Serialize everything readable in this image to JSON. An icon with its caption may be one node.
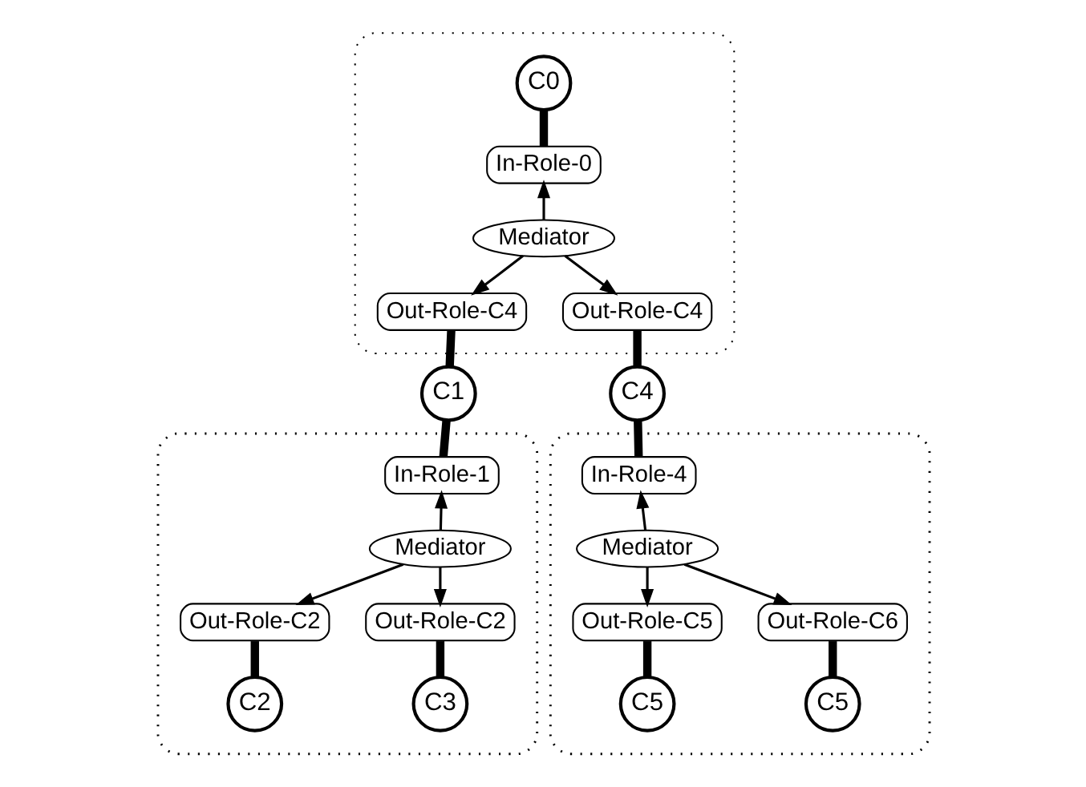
{
  "diagram": {
    "nodes": [
      {
        "text": [],
        "shape": "box"
      },
      {
        "text": [
          "C0"
        ],
        "in": 0
      },
      {
        "text": [
          "In-Role-0"
        ],
        "in": 0
      },
      {
        "text": [
          "Mediator"
        ],
        "in": 0
      },
      {
        "text": [
          "Out-Role-C4"
        ],
        "in": 0
      },
      {
        "text": [
          "Out-Role-C4"
        ],
        "in": 0
      },
      {
        "text": [],
        "shape": "ellipse"
      },
      {
        "text": [],
        "shape": "ellipse"
      },
      {
        "text": [
          "C1"
        ]
      },
      {
        "text": [
          "C4"
        ]
      },
      {
        "text": [
          "In-Role-1"
        ],
        "in": 6
      },
      {
        "text": [
          "In-Role-4"
        ],
        "in": 7
      },
      {
        "text": [
          "Mediator"
        ],
        "in": 6
      },
      {
        "text": [
          "Mediator"
        ],
        "in": 7
      },
      {
        "text": [
          "Out-Role-C2"
        ],
        "in": 6
      },
      {
        "text": [
          "Out-Role-C2"
        ],
        "in": 6
      },
      {
        "text": [
          "Out-Role-C5"
        ],
        "in": 7
      },
      {
        "text": [
          "Out-Role-C6"
        ],
        "in": 7
      },
      {
        "text": [
          "C2"
        ],
        "in": 6
      },
      {
        "text": [
          "C3"
        ],
        "in": 6
      },
      {
        "text": [
          "C5"
        ],
        "in": 7
      },
      {
        "text": [
          "C5"
        ],
        "in": 7
      }
    ],
    "edges": [
      {
        "from": 1,
        "to": 2,
        "arrow": "none",
        "style": "thick"
      },
      {
        "from": 3,
        "to": 2,
        "arrow": "to"
      },
      {
        "from": 3,
        "to": 4,
        "arrow": "to"
      },
      {
        "from": 3,
        "to": 5,
        "arrow": "to"
      },
      {
        "from": 4,
        "to": 8,
        "arrow": "none",
        "style": "thick"
      },
      {
        "from": 5,
        "to": 9,
        "arrow": "none",
        "style": "thick"
      },
      {
        "from": 8,
        "to": 10,
        "arrow": "none",
        "style": "thick"
      },
      {
        "from": 9,
        "to": 11,
        "arrow": "none",
        "style": "thick"
      },
      {
        "from": 12,
        "to": 10,
        "arrow": "to"
      },
      {
        "from": 12,
        "to": 14,
        "arrow": "to"
      },
      {
        "from": 12,
        "to": 15,
        "arrow": "to"
      },
      {
        "from": 14,
        "to": 18,
        "arrow": "none",
        "style": "thick"
      },
      {
        "from": 15,
        "to": 19,
        "arrow": "none",
        "style": "thick"
      },
      {
        "from": 13,
        "to": 11,
        "arrow": "to"
      },
      {
        "from": 13,
        "to": 16,
        "arrow": "to"
      },
      {
        "from": 13,
        "to": 17,
        "arrow": "to"
      },
      {
        "from": 16,
        "to": 20,
        "arrow": "none",
        "style": "thick"
      },
      {
        "from": 17,
        "to": 21,
        "arrow": "none",
        "style": "thick"
      }
    ]
  }
}
